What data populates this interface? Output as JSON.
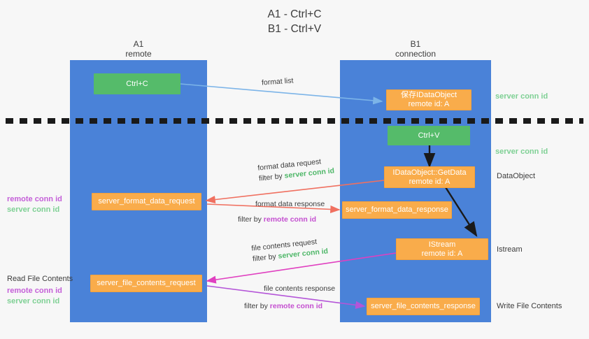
{
  "title": {
    "line1": "A1 - Ctrl+C",
    "line2": "B1 - Ctrl+V"
  },
  "lanes": [
    {
      "id": "a1",
      "name": "A1",
      "sub": "remote"
    },
    {
      "id": "b1",
      "name": "B1",
      "sub": "connection"
    }
  ],
  "nodes": {
    "ctrl_c": {
      "line1": "Ctrl+C",
      "line2": ""
    },
    "ctrl_v": {
      "line1": "Ctrl+V",
      "line2": ""
    },
    "save_dataobject": {
      "line1": "保存IDataObject",
      "line2": "remote id: A"
    },
    "getdata": {
      "line1": "IDataObject::GetData",
      "line2": "remote id: A"
    },
    "istream": {
      "line1": "IStream",
      "line2": "remote id: A"
    },
    "format_data_request": {
      "line1": "server_format_data_request",
      "line2": ""
    },
    "format_data_response": {
      "line1": "server_format_data_response",
      "line2": ""
    },
    "file_contents_request": {
      "line1": "server_file_contents_request",
      "line2": ""
    },
    "file_contents_response": {
      "line1": "server_file_contents_response",
      "line2": ""
    }
  },
  "edge_labels": {
    "format_list": {
      "text": "format list"
    },
    "format_data_request": {
      "line1": "format data request",
      "prefix": "filter by ",
      "token": "server conn id",
      "token_color": "green"
    },
    "format_data_response": {
      "line1": "format data response",
      "prefix": "filter by ",
      "token": "remote conn id",
      "token_color": "purple"
    },
    "file_contents_request": {
      "line1": "file contents request",
      "prefix": "filter by ",
      "token": "server conn id",
      "token_color": "green"
    },
    "file_contents_response": {
      "line1": "file contents response",
      "prefix": "filter by ",
      "token": "remote conn id",
      "token_color": "purple"
    }
  },
  "side_notes": {
    "left_mid": {
      "remote": "remote conn id",
      "server": "server conn id"
    },
    "left_read": {
      "heading": "Read File Contents",
      "remote": "remote conn id",
      "server": "server conn id"
    },
    "right_top": {
      "text": "server conn id"
    },
    "right_second": {
      "text": "server conn id"
    },
    "right_dataobject": {
      "text": "DataObject"
    },
    "right_istream": {
      "text": "Istream"
    },
    "right_write": {
      "text": "Write File Contents"
    }
  },
  "colors": {
    "lane": "#4a82d8",
    "orange": "#f9ac4b",
    "green_node": "#55bb6a",
    "green_text": "#4eb768",
    "purple_text": "#c44fd0",
    "arrow_blue": "#7cb4e8",
    "arrow_red": "#f07060",
    "arrow_magenta": "#e040c0",
    "arrow_purple": "#b455d8",
    "arrow_dark": "#1a1a1a",
    "background": "#f7f7f7"
  }
}
